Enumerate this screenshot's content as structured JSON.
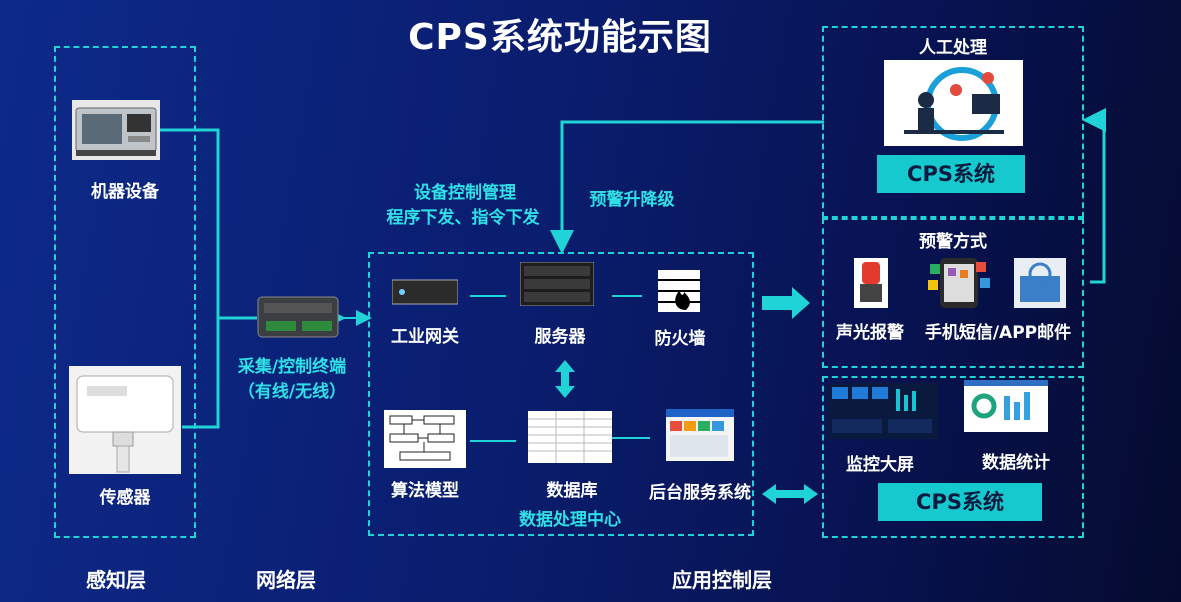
{
  "title": "CPS系统功能示图",
  "sense_layer": {
    "name": "感知层",
    "machine": "机器设备",
    "sensor": "传感器"
  },
  "network_layer": {
    "name": "网络层",
    "terminal_line1": "采集/控制终端",
    "terminal_line2": "（有线/无线）"
  },
  "app_layer": {
    "name": "应用控制层"
  },
  "control": {
    "line1": "设备控制管理",
    "line2": "程序下发、指令下发",
    "upgrade": "预警升降级"
  },
  "data_center": {
    "title": "数据处理中心",
    "gateway": "工业网关",
    "server": "服务器",
    "firewall": "防火墙",
    "algorithm": "算法模型",
    "database": "数据库",
    "backend": "后台服务系统"
  },
  "manual": {
    "title": "人工处理",
    "cps": "CPS系统"
  },
  "alert": {
    "title": "预警方式",
    "sound_light": "声光报警",
    "sms": "手机短信/APP邮件"
  },
  "monitor": {
    "screen": "监控大屏",
    "stats": "数据统计",
    "cps": "CPS系统"
  },
  "colors": {
    "accent": "#1fd3d6",
    "badge": "#16c9cf",
    "background": "#0a1d6e"
  }
}
